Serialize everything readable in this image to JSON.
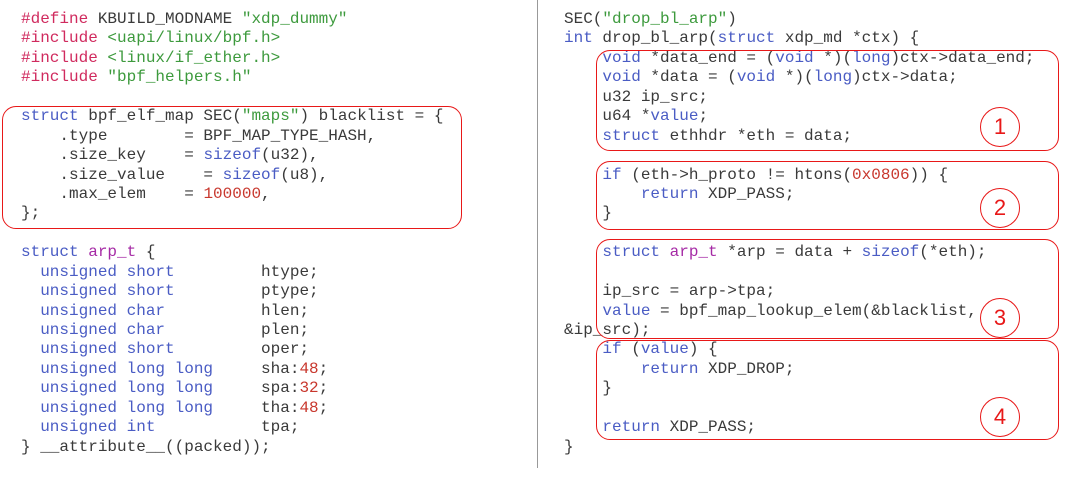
{
  "left_code": [
    [
      [
        "p",
        "#define"
      ],
      [
        "",
        " KBUILD_MODNAME "
      ],
      [
        "s",
        "\"xdp_dummy\""
      ]
    ],
    [
      [
        "p",
        "#include"
      ],
      [
        "",
        " "
      ],
      [
        "s",
        "<uapi/linux/bpf.h>"
      ]
    ],
    [
      [
        "p",
        "#include"
      ],
      [
        "",
        " "
      ],
      [
        "s",
        "<linux/if_ether.h>"
      ]
    ],
    [
      [
        "p",
        "#include"
      ],
      [
        "",
        " "
      ],
      [
        "s",
        "\"bpf_helpers.h\""
      ]
    ],
    [],
    [
      [
        "k",
        "struct"
      ],
      [
        "",
        " bpf_elf_map SEC("
      ],
      [
        "s",
        "\"maps\""
      ],
      [
        "",
        ") blacklist = {"
      ]
    ],
    [
      [
        "",
        "    .type        = BPF_MAP_TYPE_HASH,"
      ]
    ],
    [
      [
        "",
        "    .size_key    = "
      ],
      [
        "k",
        "sizeof"
      ],
      [
        "",
        "(u32),"
      ]
    ],
    [
      [
        "",
        "    .size_value    = "
      ],
      [
        "k",
        "sizeof"
      ],
      [
        "",
        "(u8),"
      ]
    ],
    [
      [
        "",
        "    .max_elem    = "
      ],
      [
        "n",
        "100000"
      ],
      [
        "",
        ","
      ]
    ],
    [
      [
        "",
        "};"
      ]
    ],
    [],
    [
      [
        "k",
        "struct"
      ],
      [
        "",
        " "
      ],
      [
        "t",
        "arp_t"
      ],
      [
        "",
        " {"
      ]
    ],
    [
      [
        "",
        "  "
      ],
      [
        "k",
        "unsigned short"
      ],
      [
        "",
        "         htype;"
      ]
    ],
    [
      [
        "",
        "  "
      ],
      [
        "k",
        "unsigned short"
      ],
      [
        "",
        "         ptype;"
      ]
    ],
    [
      [
        "",
        "  "
      ],
      [
        "k",
        "unsigned char"
      ],
      [
        "",
        "          hlen;"
      ]
    ],
    [
      [
        "",
        "  "
      ],
      [
        "k",
        "unsigned char"
      ],
      [
        "",
        "          plen;"
      ]
    ],
    [
      [
        "",
        "  "
      ],
      [
        "k",
        "unsigned short"
      ],
      [
        "",
        "         oper;"
      ]
    ],
    [
      [
        "",
        "  "
      ],
      [
        "k",
        "unsigned long long"
      ],
      [
        "",
        "     sha:"
      ],
      [
        "n",
        "48"
      ],
      [
        "",
        ";"
      ]
    ],
    [
      [
        "",
        "  "
      ],
      [
        "k",
        "unsigned long long"
      ],
      [
        "",
        "     spa:"
      ],
      [
        "n",
        "32"
      ],
      [
        "",
        ";"
      ]
    ],
    [
      [
        "",
        "  "
      ],
      [
        "k",
        "unsigned long long"
      ],
      [
        "",
        "     tha:"
      ],
      [
        "n",
        "48"
      ],
      [
        "",
        ";"
      ]
    ],
    [
      [
        "",
        "  "
      ],
      [
        "k",
        "unsigned int"
      ],
      [
        "",
        "           tpa;"
      ]
    ],
    [
      [
        "",
        "} __attribute__((packed));"
      ]
    ]
  ],
  "right_code": [
    [
      [
        "",
        "SEC("
      ],
      [
        "s",
        "\"drop_bl_arp\""
      ],
      [
        "",
        ")"
      ]
    ],
    [
      [
        "k",
        "int"
      ],
      [
        "",
        " drop_bl_arp("
      ],
      [
        "k",
        "struct"
      ],
      [
        "",
        " xdp_md *ctx) {"
      ]
    ],
    [
      [
        "",
        "    "
      ],
      [
        "k",
        "void"
      ],
      [
        "",
        " *data_end = ("
      ],
      [
        "k",
        "void"
      ],
      [
        "",
        " *)("
      ],
      [
        "k",
        "long"
      ],
      [
        "",
        ")ctx->data_end;"
      ]
    ],
    [
      [
        "",
        "    "
      ],
      [
        "k",
        "void"
      ],
      [
        "",
        " *data = ("
      ],
      [
        "k",
        "void"
      ],
      [
        "",
        " *)("
      ],
      [
        "k",
        "long"
      ],
      [
        "",
        ")ctx->data;"
      ]
    ],
    [
      [
        "",
        "    u32 ip_src;"
      ]
    ],
    [
      [
        "",
        "    u64 *"
      ],
      [
        "k",
        "value"
      ],
      [
        "",
        ";"
      ]
    ],
    [
      [
        "",
        "    "
      ],
      [
        "k",
        "struct"
      ],
      [
        "",
        " ethhdr *eth = data;"
      ]
    ],
    [],
    [
      [
        "",
        "    "
      ],
      [
        "k",
        "if"
      ],
      [
        "",
        " (eth->h_proto != htons("
      ],
      [
        "n",
        "0x0806"
      ],
      [
        "",
        ")) {"
      ]
    ],
    [
      [
        "",
        "        "
      ],
      [
        "k",
        "return"
      ],
      [
        "",
        " XDP_PASS;"
      ]
    ],
    [
      [
        "",
        "    }"
      ]
    ],
    [],
    [
      [
        "",
        "    "
      ],
      [
        "k",
        "struct"
      ],
      [
        "",
        " "
      ],
      [
        "t",
        "arp_t"
      ],
      [
        "",
        " *arp = data + "
      ],
      [
        "k",
        "sizeof"
      ],
      [
        "",
        "(*eth);"
      ]
    ],
    [],
    [
      [
        "",
        "    ip_src = arp->tpa;"
      ]
    ],
    [
      [
        "",
        "    "
      ],
      [
        "k",
        "value"
      ],
      [
        "",
        " = bpf_map_lookup_elem(&blacklist,"
      ]
    ],
    [
      [
        "",
        "&ip_src);"
      ]
    ],
    [
      [
        "",
        "    "
      ],
      [
        "k",
        "if"
      ],
      [
        "",
        " ("
      ],
      [
        "k",
        "value"
      ],
      [
        "",
        ") {"
      ]
    ],
    [
      [
        "",
        "        "
      ],
      [
        "k",
        "return"
      ],
      [
        "",
        " XDP_DROP;"
      ]
    ],
    [
      [
        "",
        "    }"
      ]
    ],
    [],
    [
      [
        "",
        "    "
      ],
      [
        "k",
        "return"
      ],
      [
        "",
        " XDP_PASS;"
      ]
    ],
    [
      [
        "",
        "}"
      ]
    ]
  ],
  "annotations": [
    "1",
    "2",
    "3",
    "4"
  ],
  "colors": {
    "annotation": "#e81818",
    "keyword": "#4a5cc4",
    "string": "#3d9a3d",
    "preprocessor": "#d02a5e",
    "number": "#c8372d",
    "type": "#a52aa5"
  }
}
